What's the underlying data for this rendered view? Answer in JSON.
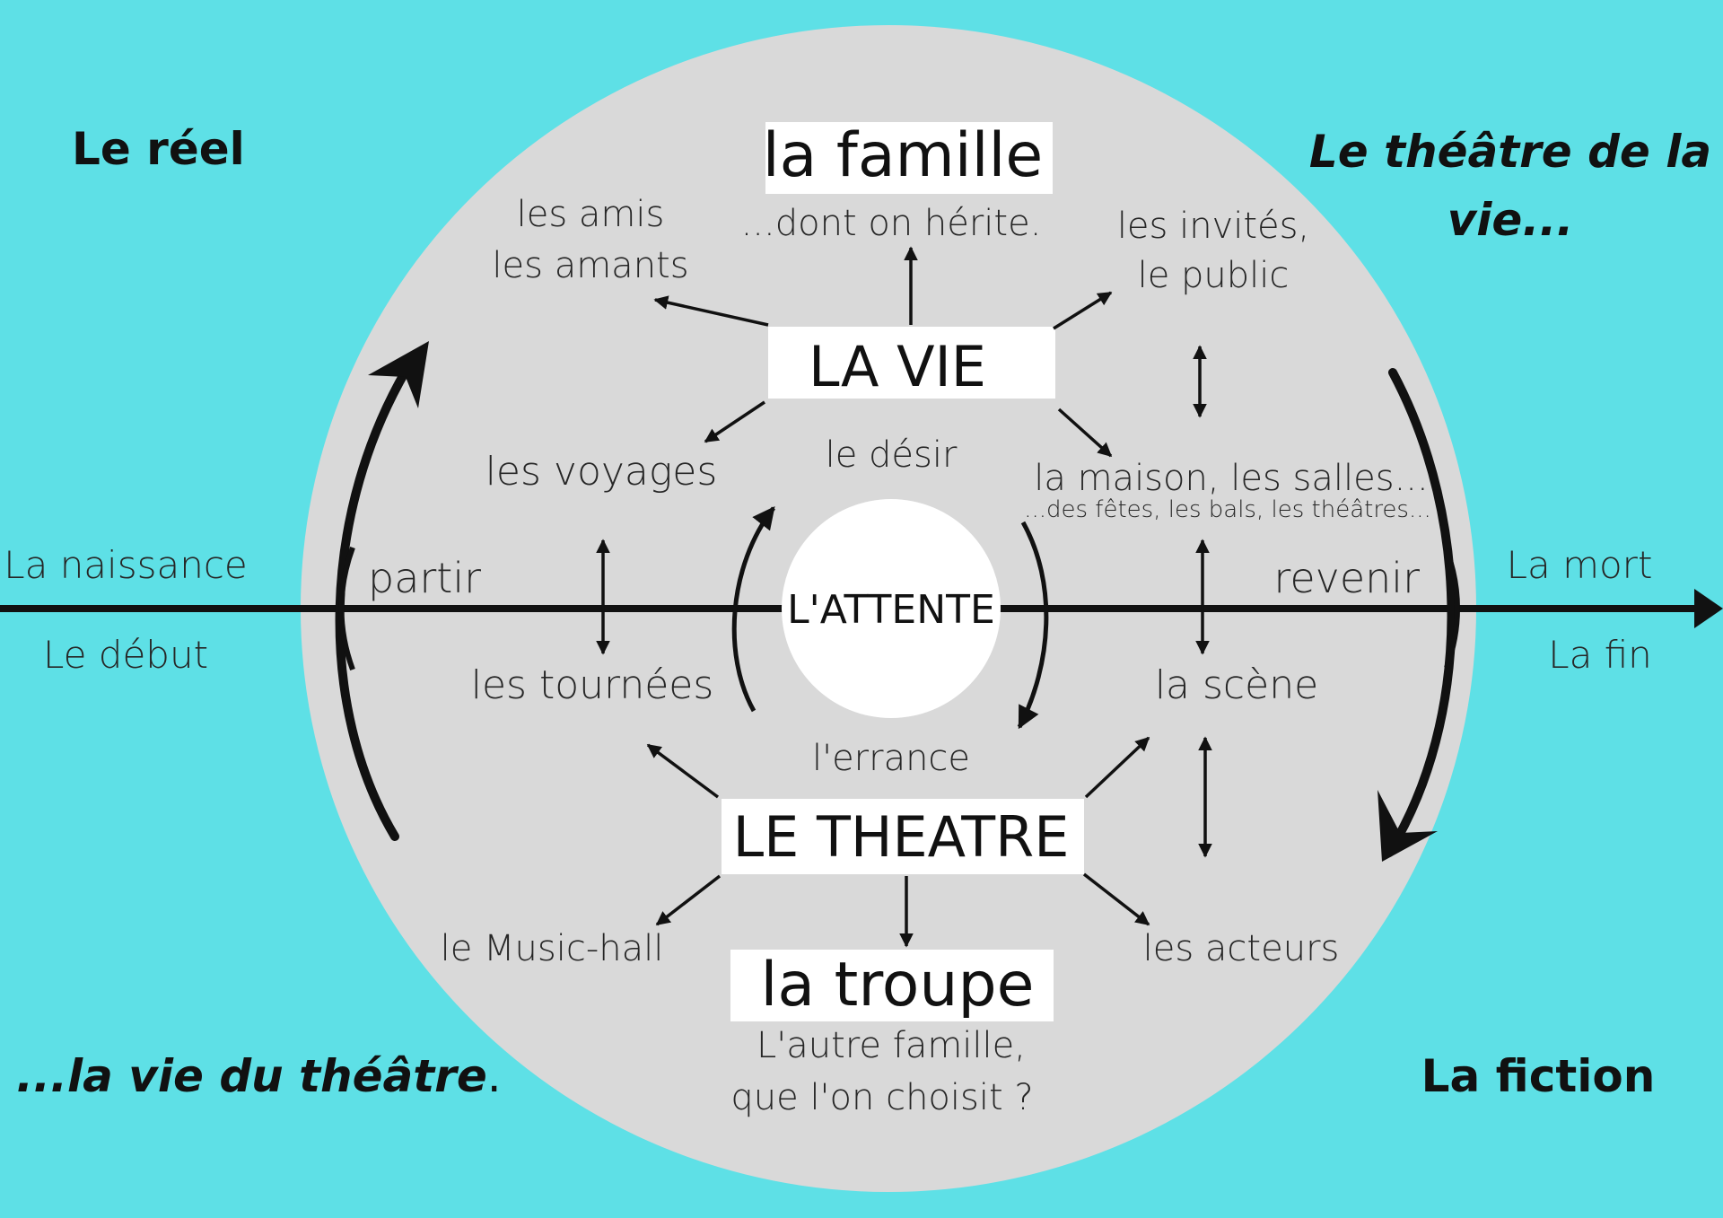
{
  "colors": {
    "background": "#5ee0e6",
    "circle": "#d9d9d9",
    "box": "#ffffff",
    "ink": "#111111"
  },
  "corners": {
    "top_left": "Le réel",
    "top_right_1": "Le théâtre de la",
    "top_right_2": "vie...",
    "bottom_left_main": "...la vie du théâtre",
    "bottom_left_end": ".",
    "bottom_right": "La fiction"
  },
  "timeline": {
    "start_top": "La naissance",
    "start_bottom": "Le début",
    "end_top": "La mort",
    "end_bottom": "La fin",
    "partir": "partir",
    "revenir": "revenir"
  },
  "center": {
    "label": "L'ATTENTE",
    "top": "le désir",
    "bottom": "l'errance"
  },
  "la_vie": {
    "label": "LA VIE",
    "famille": "la famille",
    "famille_note": "...dont on hérite.",
    "amis_1": "les amis",
    "amis_2": "les amants",
    "invites_1": "les invités,",
    "invites_2": "le public",
    "voyages": "les voyages",
    "maison": "la maison, les salles...",
    "maison_note": "...des fêtes, les bals, les théâtres..."
  },
  "le_theatre": {
    "label": "LE THEATRE",
    "troupe": "la troupe",
    "troupe_note_1": "L'autre famille,",
    "troupe_note_2": "que l'on choisit ?",
    "tournees": "les tournées",
    "scene": "la scène",
    "music_hall": "le Music-hall",
    "acteurs": "les acteurs"
  }
}
